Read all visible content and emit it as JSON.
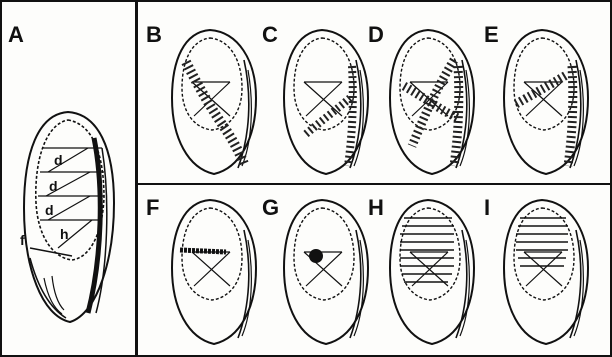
{
  "figure": {
    "panels": [
      {
        "id": "A",
        "label": "A",
        "labels": [
          "d",
          "d",
          "d",
          "h",
          "f"
        ]
      },
      {
        "id": "B",
        "label": "B",
        "pattern": "diagonal-band"
      },
      {
        "id": "C",
        "label": "C",
        "pattern": "lower-diagonal"
      },
      {
        "id": "D",
        "label": "D",
        "pattern": "cross-band"
      },
      {
        "id": "E",
        "label": "E",
        "pattern": "upper-diagonal"
      },
      {
        "id": "F",
        "label": "F",
        "pattern": "horizontal-streak"
      },
      {
        "id": "G",
        "label": "G",
        "pattern": "dot"
      },
      {
        "id": "H",
        "label": "H",
        "pattern": "hatched-block"
      },
      {
        "id": "I",
        "label": "I",
        "pattern": "hatched-block"
      }
    ],
    "colors": {
      "ink": "#111111",
      "paper": "#fdfdfb",
      "stipple": "#222222"
    }
  }
}
